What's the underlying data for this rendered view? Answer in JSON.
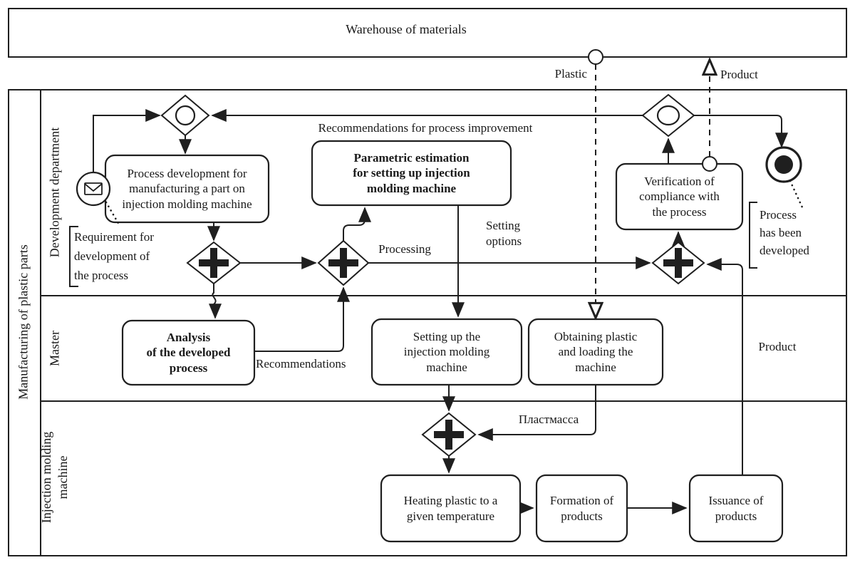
{
  "colors": {
    "line": "#1f1f1f",
    "background": "#ffffff"
  },
  "warehouse_pool": {
    "title": "Warehouse of materials"
  },
  "main_pool": {
    "title": "Manufacturing of plastic parts",
    "lanes": [
      {
        "label": "Development department"
      },
      {
        "label": "Master"
      },
      {
        "label": "Injection molding\nmachine"
      }
    ]
  },
  "tasks": {
    "process_development": "Process development for\nmanufacturing a part on\ninjection molding machine",
    "parametric_estimation": "Parametric estimation\nfor setting up injection\nmolding machine",
    "verification": "Verification of\ncompliance with\nthe process",
    "analysis": "Analysis\nof the developed\nprocess",
    "setting_up": "Setting up the\ninjection molding\nmachine",
    "obtaining": "Obtaining plastic\nand loading the\nmachine",
    "heating": "Heating plastic to a\ngiven temperature",
    "formation": "Formation of\nproducts",
    "issuance": "Issuance of\nproducts"
  },
  "flow_labels": {
    "recommendations_improvement": "Recommendations for process improvement",
    "processing": "Processing",
    "setting_options": "Setting\noptions",
    "recommendations": "Recommendations",
    "plastic": "Plastic",
    "product_top": "Product",
    "product_lane": "Product",
    "plastmassa": "Пластмасса"
  },
  "annotations": {
    "requirement": "Requirement for\ndevelopment of\nthe process",
    "developed": "Process\nhas been\ndeveloped"
  },
  "icons": {
    "start_event": "message-envelope-icon",
    "end_event": "terminate-circle-icon",
    "gateway_plus": "parallel-gateway-plus-icon",
    "gateway_circle": "inclusive-gateway-circle-icon"
  }
}
